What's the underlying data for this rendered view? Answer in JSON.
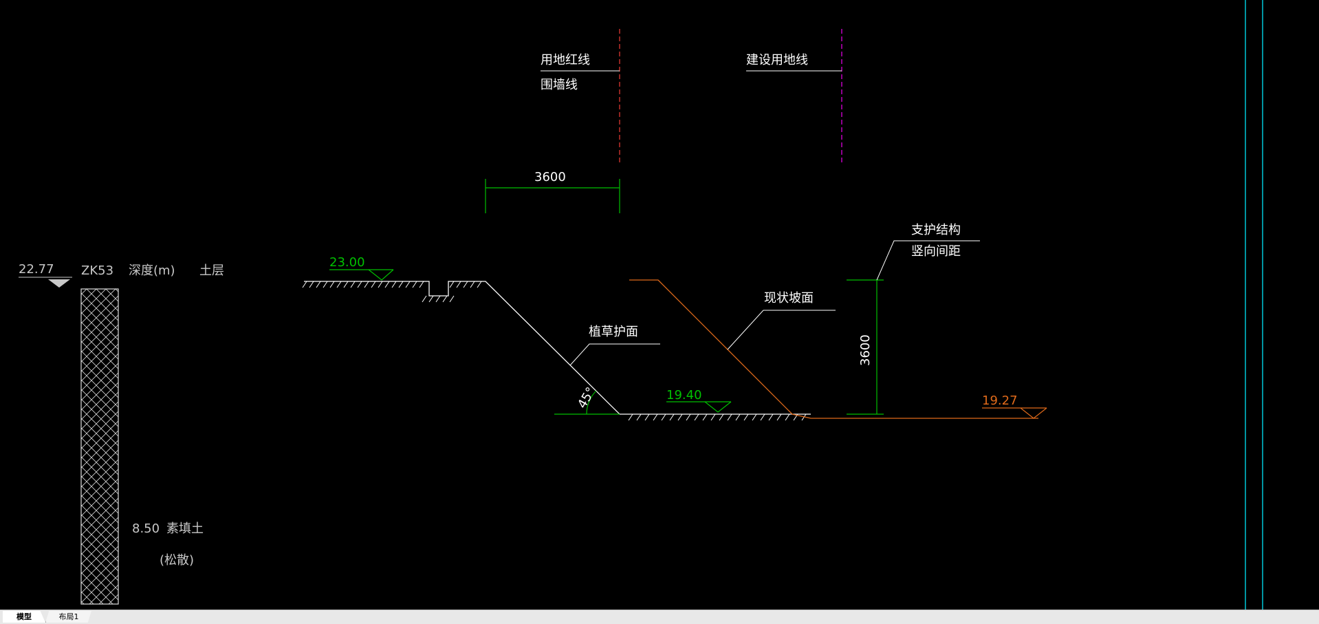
{
  "colors": {
    "background": "#000000",
    "white": "#ffffff",
    "green": "#00c000",
    "orange": "#e06a1a",
    "red_dash": "#c0302a",
    "magenta_dash": "#c000c0",
    "cyan": "#00c8d8",
    "grey_text": "#c8c8c8"
  },
  "borehole": {
    "elevation": "22.77",
    "id": "ZK53",
    "depth_header": "深度(m)",
    "soil_header": "土层",
    "layer_depth": "8.50",
    "layer_name": "素填土",
    "layer_state": "(松散)"
  },
  "section": {
    "red_line_label": "用地红线",
    "wall_label": "围墙线",
    "construction_line_label": "建设用地线",
    "dimension_horizontal": "3600",
    "top_elevation": "23.00",
    "slope_face_label": "植草护面",
    "angle_label": "45°",
    "bottom_elevation": "19.40",
    "existing_slope_label": "现状坡面",
    "support_label_1": "支护结构",
    "support_label_2": "竖向间距",
    "dimension_vertical": "3600",
    "right_elevation": "19.27"
  },
  "tabs": {
    "model": "模型",
    "layout1": "布局1"
  }
}
